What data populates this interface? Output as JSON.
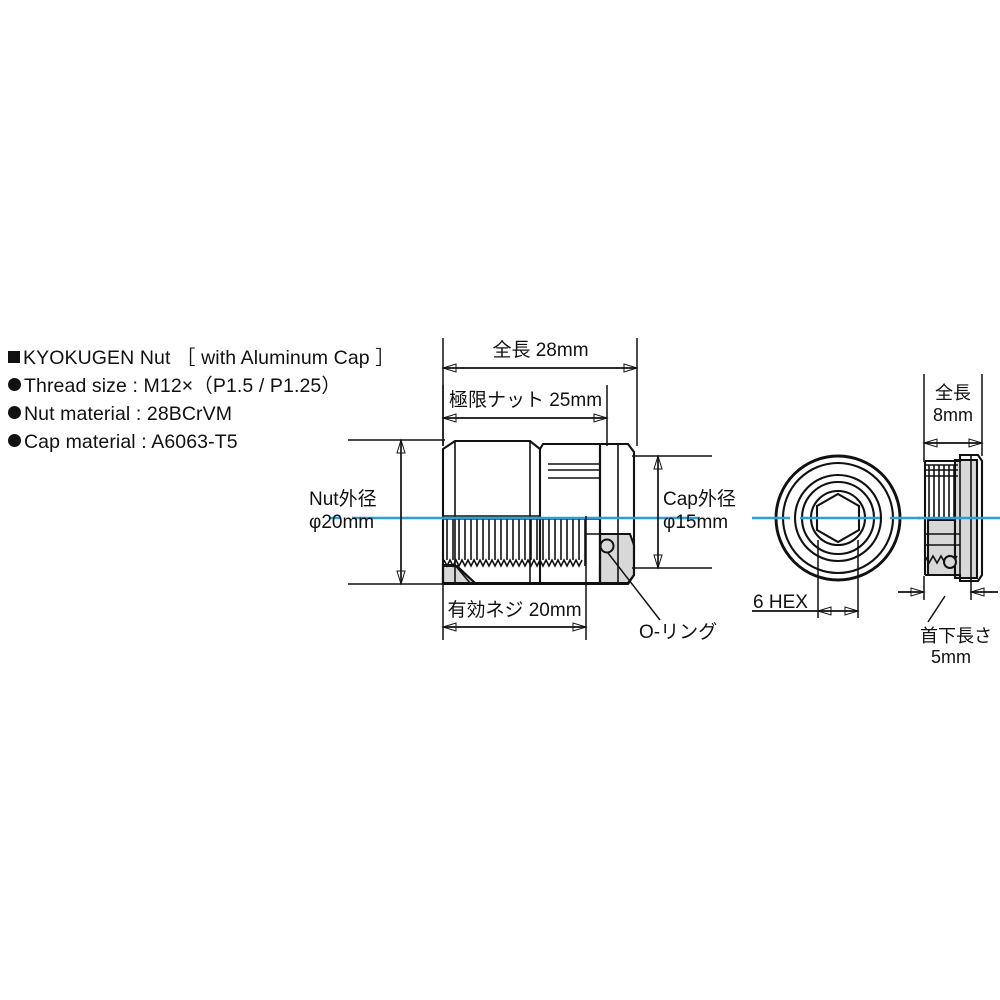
{
  "title": "KYOKUGEN Nut technical drawing",
  "spec": {
    "heading": "KYOKUGEN Nut ［ with Aluminum Cap ］",
    "rows": [
      {
        "bullet": "square",
        "label": "KYOKUGEN Nut ［ with Aluminum Cap ］"
      },
      {
        "bullet": "circle",
        "label": "Thread size : M12×（P1.5 / P1.25）"
      },
      {
        "bullet": "circle",
        "label": "Nut material : 28BCrVM"
      },
      {
        "bullet": "circle",
        "label": "Cap material : A6063-T5"
      }
    ]
  },
  "dimensions": {
    "overall_length": "全長 28mm",
    "nut_length": "極限ナット 25mm",
    "nut_outer_diameter_line1": "Nut外径",
    "nut_outer_diameter_line2": "φ20mm",
    "cap_outer_diameter_line1": "Cap外径",
    "cap_outer_diameter_line2": "φ15mm",
    "effective_thread": "有効ネジ 20mm",
    "o_ring": "O-リング",
    "hex_size": "6 HEX",
    "cap_overall_line1": "全長",
    "cap_overall_line2": "8mm",
    "neck_length_line1": "首下長さ",
    "neck_length_line2": "5mm"
  },
  "colors": {
    "centerline": "#2e9ed6",
    "outline": "#111111",
    "shade": "#d8d8d8",
    "background": "#ffffff"
  },
  "views": {
    "section_view": "nut-cross-section-view",
    "front_view": "nut-front-view",
    "cap_detail_view": "cap-side-detail-view"
  }
}
